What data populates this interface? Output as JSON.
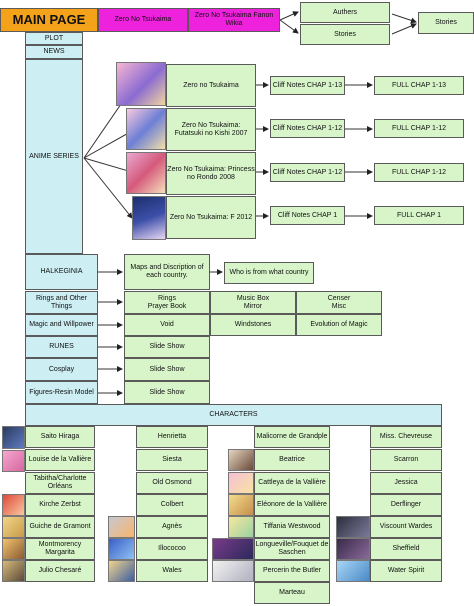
{
  "header": {
    "main_page": "MAIN PAGE",
    "link1": "Zero No Tsukaima",
    "link2": "Zero No Tsukaima Fanon Wikia",
    "authers": "Authers",
    "stories": "Stories",
    "stories_right": "Stories"
  },
  "nav": {
    "plot": "PLOT",
    "news": "NEWS",
    "anime_series": "ANIME SERIES",
    "halkeginia": "HALKEGINIA",
    "rings": "Rings and Other Things",
    "magic": "Magic and Willpower",
    "runes": "RUNES",
    "cosplay": "Cosplay",
    "figures": "Figures-Resin Model"
  },
  "anime": [
    {
      "title": "Zero no Tsukaima",
      "notes": "Cliff Notes CHAP 1-13",
      "full": "FULL CHAP 1-13"
    },
    {
      "title": "Zero No Tsukaima: Futatsuki no Kishi 2007",
      "notes": "Cliff Notes CHAP 1-12",
      "full": "FULL CHAP 1-12"
    },
    {
      "title": "Zero No Tsukaima: Princess no Rondo 2008",
      "notes": "Cliff Notes CHAP 1-12",
      "full": "FULL CHAP 1-12"
    },
    {
      "title": "Zero No Tsukaima: F 2012",
      "notes": "Cliff Notes CHAP 1",
      "full": "FULL CHAP 1"
    }
  ],
  "halkeginia": {
    "maps": "Maps and Discription of each country.",
    "who": "Who is from what country"
  },
  "rings": {
    "rings_prayer": "Rings\nPrayer Book",
    "music_box": "Music Box\nMirror",
    "censer": "Censer\nMisc"
  },
  "magic": {
    "void": "Void",
    "windstones": "Windstones",
    "evolution": "Evolution of Magic"
  },
  "slideshows": {
    "runes": "Slide Show",
    "cosplay": "Slide Show",
    "figures": "Slide Show"
  },
  "characters": {
    "header": "CHARACTERS",
    "col1": [
      "Saito Hiraga",
      "Louise de la Vallière",
      "Tabitha/Charlotte Orléans",
      "Kirche Zerbst",
      "Guiche de Gramont",
      "Montmorency Margarita",
      "Julio Chesaré"
    ],
    "col2": [
      "Henrietta",
      "Siesta",
      "Old Osmond",
      "Colbert",
      "Agnès",
      "Illococoo",
      "Wales"
    ],
    "col3": [
      "Malicorne de Grandple",
      "Beatrice",
      "Cattleya de la Vallière",
      "Eléonore de la Vallière",
      "Tiffania Westwood",
      "Longueville/Fouquet de Saschen",
      "Percerin the Butler",
      "Marteau"
    ],
    "col4": [
      "Miss. Chevreuse",
      "Scarron",
      "Jessica",
      "Derflinger",
      "Viscount Wardes",
      "Sheffield",
      "Water Spirit"
    ]
  },
  "colors": {
    "green": "#d7f5c9",
    "blue": "#cdeef3",
    "magenta": "#ee22dd",
    "orange": "#f5a21b"
  }
}
